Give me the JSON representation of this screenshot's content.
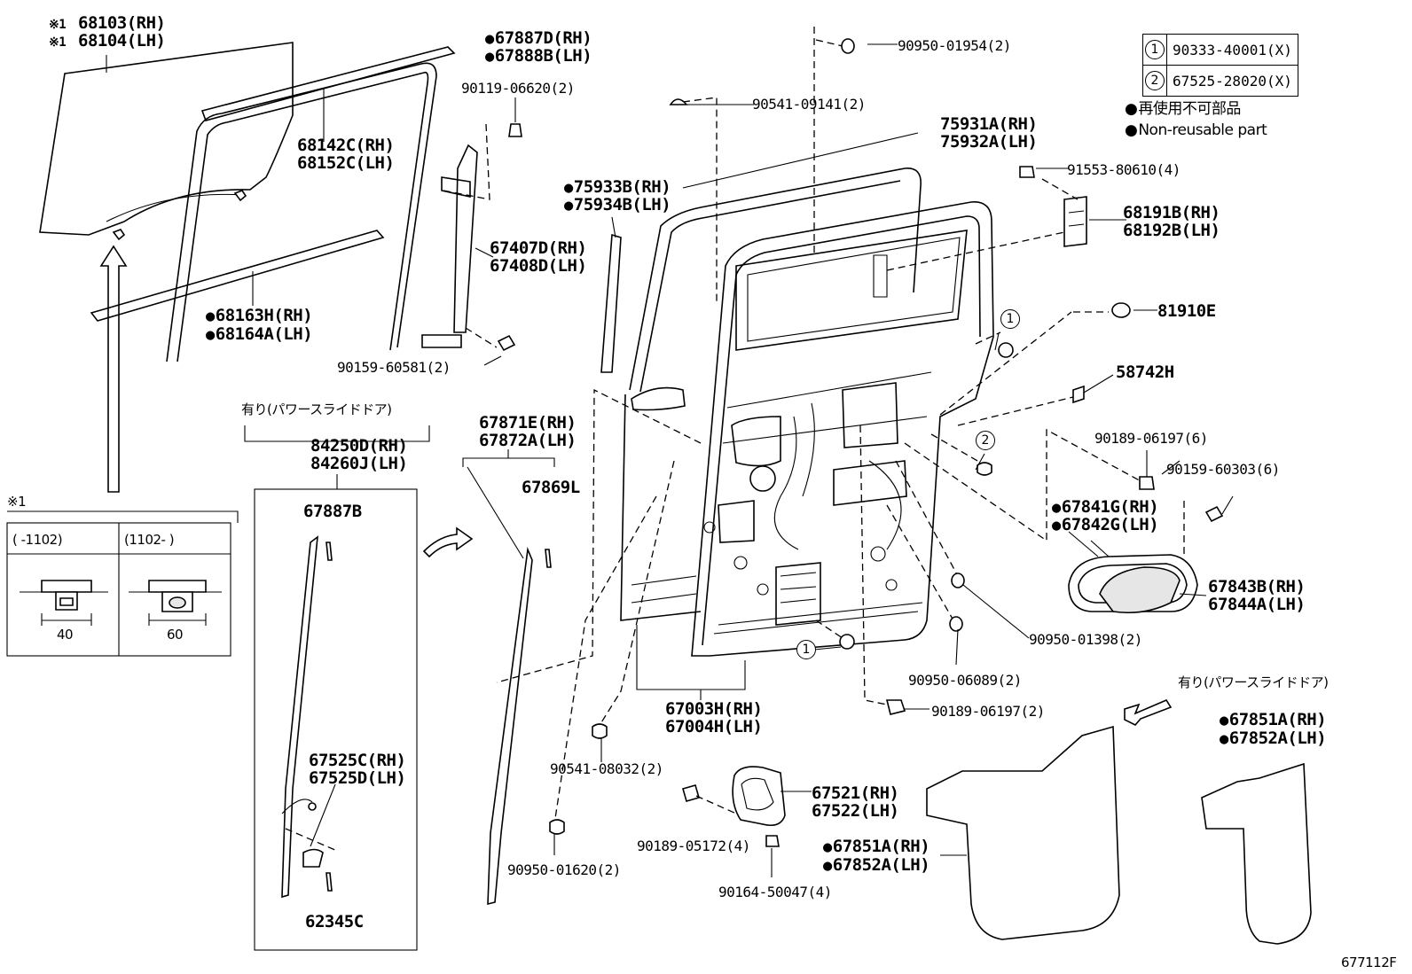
{
  "legend": {
    "rows": [
      {
        "num": "1",
        "part": "90333-40001(X)"
      },
      {
        "num": "2",
        "part": "67525-28020(X)"
      }
    ],
    "nonreusable_jp": "再使用不可部品",
    "nonreusable_en": "Non-reusable part"
  },
  "callouts": {
    "c1": "1",
    "c2": "2"
  },
  "parts": {
    "glass_rh": "68103(RH)",
    "glass_lh": "68104(LH)",
    "glass_mark": "※1",
    "p67887d": "67887D(RH)",
    "p67888b": "67888B(LH)",
    "p90119": "90119-06620(2)",
    "p68142c": "68142C(RH)",
    "p68152c": "68152C(LH)",
    "p68163h": "68163H(RH)",
    "p68164a": "68164A(LH)",
    "p67407d": "67407D(RH)",
    "p67408d": "67408D(LH)",
    "p90159a": "90159-60581(2)",
    "p75933b": "75933B(RH)",
    "p75934b": "75934B(LH)",
    "p90950a": "90950-01954(2)",
    "p90541a": "90541-09141(2)",
    "p75931a": "75931A(RH)",
    "p75932a": "75932A(LH)",
    "p91553": "91553-80610(4)",
    "p68191b": "68191B(RH)",
    "p68192b": "68192B(LH)",
    "p81910e": "81910E",
    "p58742h": "58742H",
    "p90189a": "90189-06197(6)",
    "p90159b": "90159-60303(6)",
    "p67841g": "67841G(RH)",
    "p67842g": "67842G(LH)",
    "p67843b": "67843B(RH)",
    "p67844a": "67844A(LH)",
    "p90950b": "90950-01398(2)",
    "p90950c": "90950-06089(2)",
    "p90189b": "90189-06197(2)",
    "p67003h": "67003H(RH)",
    "p67004h": "67004H(LH)",
    "p90541b": "90541-08032(2)",
    "p90950d": "90950-01620(2)",
    "p67521": "67521(RH)",
    "p67522": "67522(LH)",
    "p90189c": "90189-05172(4)",
    "p90164": "90164-50047(4)",
    "p67851a_1": "67851A(RH)",
    "p67852a_1": "67852A(LH)",
    "p67851a_2": "67851A(RH)",
    "p67852a_2": "67852A(LH)",
    "p67871e": "67871E(RH)",
    "p67872a": "67872A(LH)",
    "p67869l": "67869L",
    "p84250d": "84250D(RH)",
    "p84260j": "84260J(LH)",
    "p67887b": "67887B",
    "p67525c": "67525C(RH)",
    "p67525d": "67525D(LH)",
    "p62345c": "62345C"
  },
  "notes": {
    "power_slide_1": "有り(パワースライドドア)",
    "power_slide_2": "有り(パワースライドドア)",
    "footnote_mark": "※1",
    "range_a": "(      -1102)",
    "range_b": "(1102-       )",
    "dim_a": "40",
    "dim_b": "60"
  },
  "figure_code": "677112F"
}
